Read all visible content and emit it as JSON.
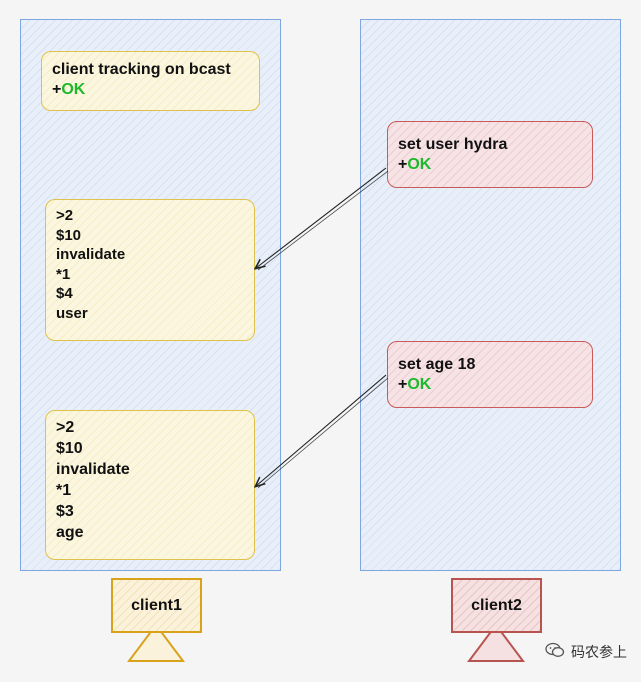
{
  "client1": {
    "label": "client1",
    "tracking_box": {
      "line1": "client tracking on bcast",
      "line2_prefix": "+",
      "line2_ok": "OK"
    },
    "push1": [
      ">2",
      "$10",
      "invalidate",
      "*1",
      "$4",
      "user"
    ],
    "push2": [
      ">2",
      "$10",
      "invalidate",
      "*1",
      "$3",
      "age"
    ]
  },
  "client2": {
    "label": "client2",
    "cmd1": {
      "line1": "set user hydra",
      "line2_prefix": "+",
      "line2_ok": "OK"
    },
    "cmd2": {
      "line1": "set age 18",
      "line2_prefix": "+",
      "line2_ok": "OK"
    }
  },
  "watermark": {
    "text": "码农参上",
    "icon": "wechat-icon"
  },
  "colors": {
    "ok": "#1db82b",
    "panel_border": "#7ea6e0",
    "client1_accent": "#d9a21b",
    "client2_accent": "#b85450"
  }
}
